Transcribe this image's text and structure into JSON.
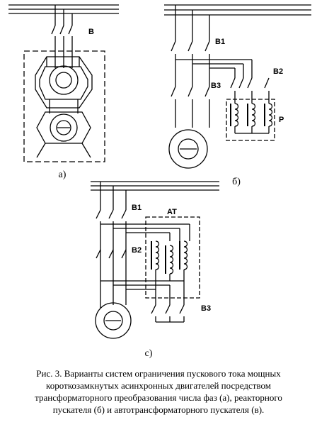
{
  "labels": {
    "a_switch": "B",
    "b_switch1": "B1",
    "b_switch2": "B2",
    "b_switch3": "B3",
    "b_reactor": "P",
    "c_switch1": "B1",
    "c_switch2": "B2",
    "c_switch3": "B3",
    "c_autotransformer": "AT"
  },
  "subfigures": {
    "a": "a)",
    "b": "б)",
    "c": "c)"
  },
  "caption": {
    "line1": "Рис. 3. Варианты систем ограничения пускового тока мощных",
    "line2": "короткозамкнутых асинхронных  двигателей посредством",
    "line3": "трансформаторного преобразования числа фаз (а), реакторного",
    "line4": "пускателя (б) и автотрансформаторного пускателя (в)."
  }
}
